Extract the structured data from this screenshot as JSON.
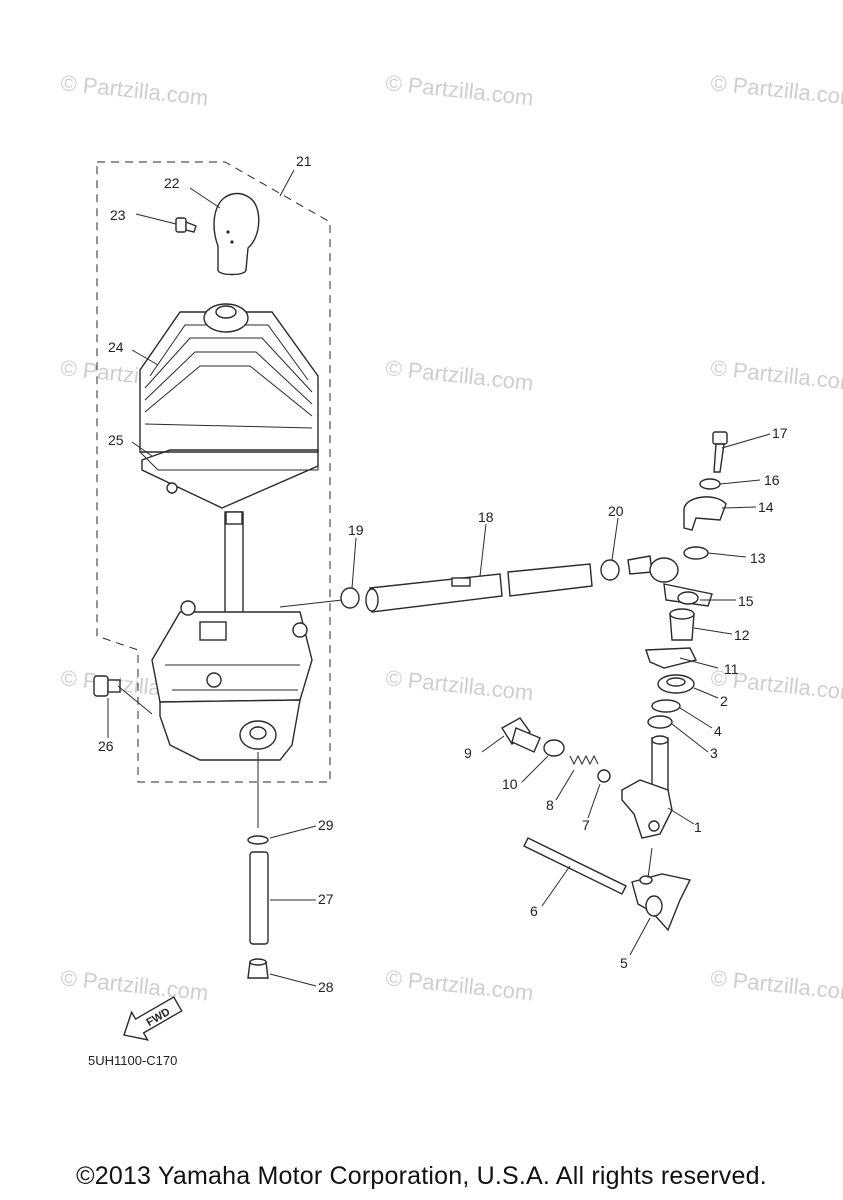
{
  "watermark": "© Partzilla.com",
  "diagram_code": "5UH1100-C170",
  "fwd_label": "FWD",
  "copyright": "©2013 Yamaha Motor Corporation, U.S.A. All rights reserved.",
  "callouts": {
    "c1": "1",
    "c2": "2",
    "c3": "3",
    "c4": "4",
    "c5": "5",
    "c6": "6",
    "c7": "7",
    "c8": "8",
    "c9": "9",
    "c10": "10",
    "c11": "11",
    "c12": "12",
    "c13": "13",
    "c14": "14",
    "c15": "15",
    "c16": "16",
    "c17": "17",
    "c18": "18",
    "c19": "19",
    "c20": "20",
    "c21": "21",
    "c22": "22",
    "c23": "23",
    "c24": "24",
    "c25": "25",
    "c26": "26",
    "c27": "27",
    "c28": "28",
    "c29": "29"
  }
}
